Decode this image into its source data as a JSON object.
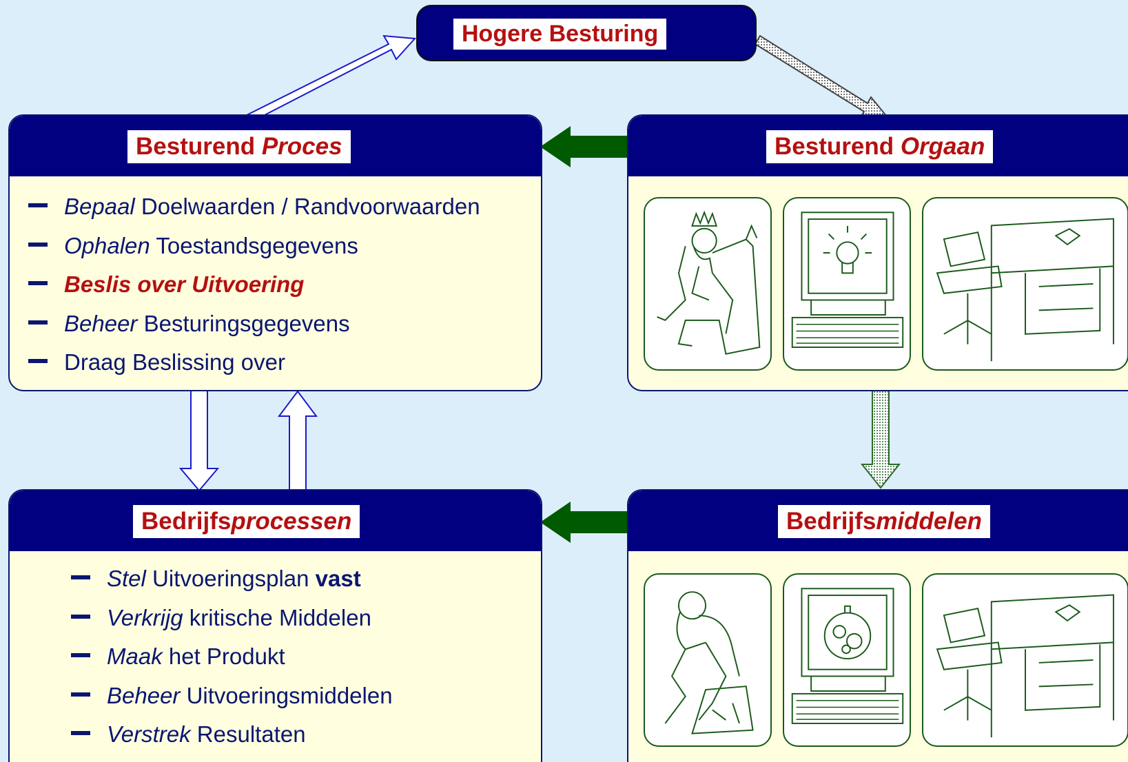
{
  "top": {
    "label": "Hogere Besturing"
  },
  "controlling_process": {
    "title_plain": "Besturend ",
    "title_italic": "Proces",
    "items": [
      {
        "verb": "Bepaal",
        "rest": " Doelwaarden / Randvoorwaarden"
      },
      {
        "verb": "Ophalen",
        "rest": " Toestandsgegevens"
      },
      {
        "verb": "Beslis over Uitvoering",
        "rest": ""
      },
      {
        "verb": "Beheer",
        "rest": " Besturingsgegevens"
      },
      {
        "verb": "",
        "rest": "Draag Beslissing over"
      }
    ]
  },
  "controlling_organ": {
    "title_plain": "Besturend ",
    "title_italic": "Orgaan",
    "tiles": [
      "king-thinker-icon",
      "computer-lightbulb-icon",
      "office-desk-icon"
    ]
  },
  "business_processes": {
    "title_plain": "Bedrijfs",
    "title_italic": "processen",
    "items": [
      {
        "verb": "Stel",
        "rest": " Uitvoeringsplan ",
        "bold": "vast"
      },
      {
        "verb": "Verkrijg",
        "rest": " kritische Middelen",
        "bold": ""
      },
      {
        "verb": "Maak",
        "rest": " het Produkt",
        "bold": ""
      },
      {
        "verb": "Beheer",
        "rest": " Uitvoeringsmiddelen",
        "bold": ""
      },
      {
        "verb": "Verstrek",
        "rest": " Resultaten",
        "bold": ""
      }
    ]
  },
  "business_resources": {
    "title_plain": "Bedrijfs",
    "title_italic": "middelen",
    "tiles": [
      "thinker-statue-icon",
      "computer-gears-icon",
      "office-desk-icon"
    ]
  },
  "colors": {
    "background": "#ddeefb",
    "header": "#000080",
    "title_text": "#b51010",
    "body_fill": "#ffffe0",
    "green_arrow": "#005a00",
    "line_art": "#1a5a1a"
  }
}
